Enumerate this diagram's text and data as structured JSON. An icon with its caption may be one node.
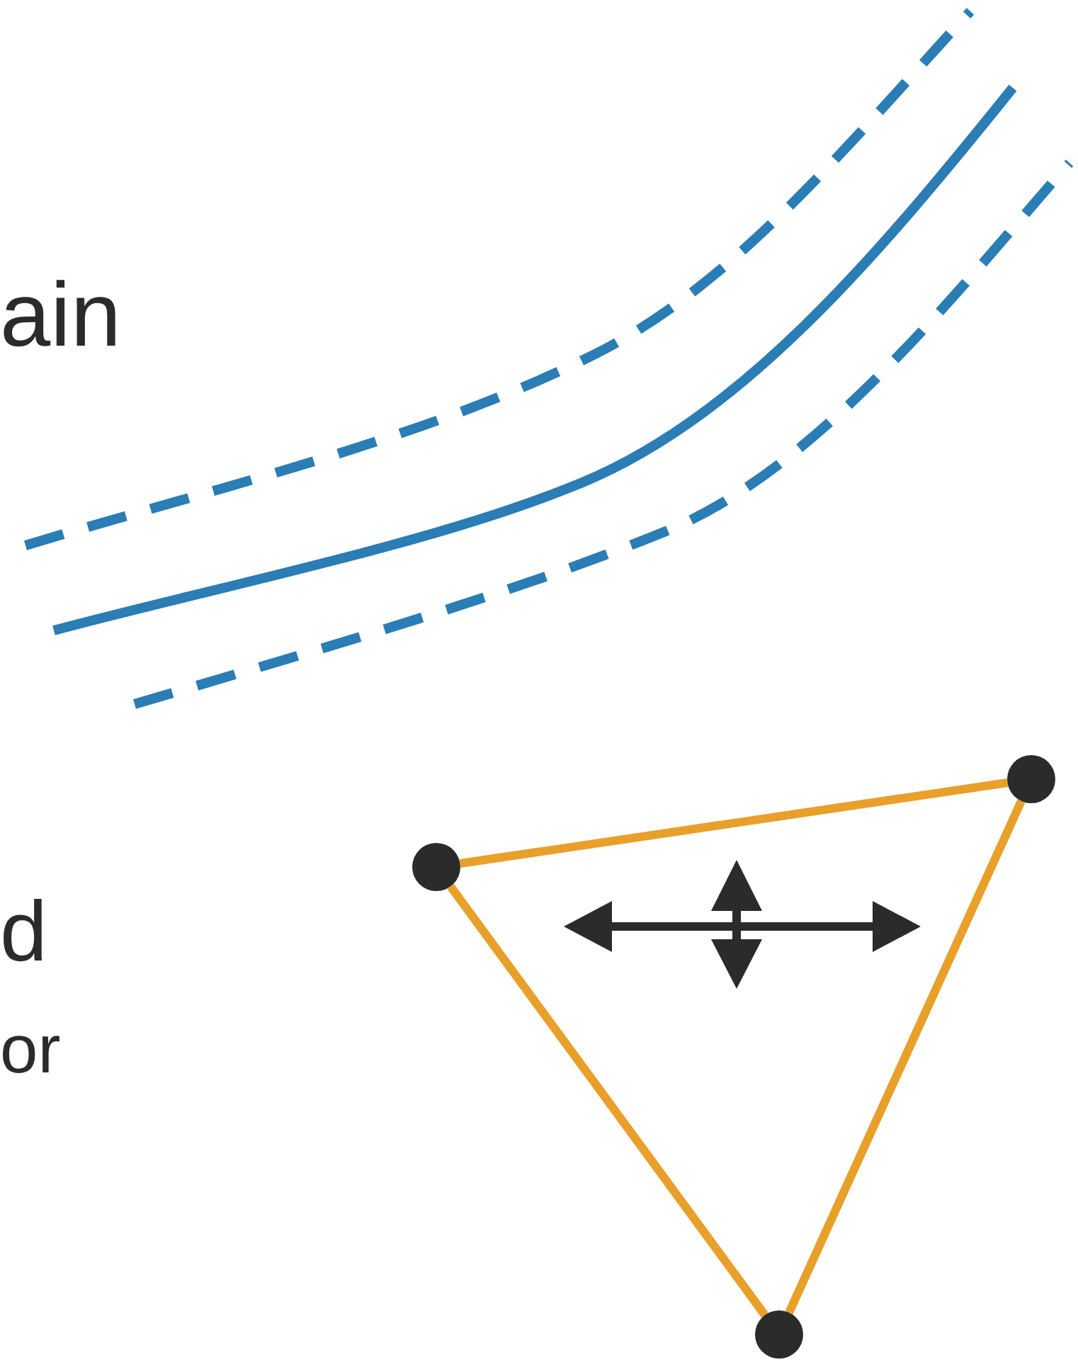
{
  "diagram": {
    "nodes": [
      {
        "text": [],
        "shape": "circle"
      },
      {
        "text": [],
        "shape": "circle"
      },
      {
        "text": [],
        "shape": "circle"
      }
    ],
    "edges": [
      {
        "from": 1,
        "to": 0,
        "arrow": "none"
      },
      {
        "from": 0,
        "to": 2,
        "arrow": "none"
      },
      {
        "from": 1,
        "to": 2,
        "arrow": "none"
      }
    ],
    "labels": [
      "ain",
      "d",
      "or"
    ]
  }
}
